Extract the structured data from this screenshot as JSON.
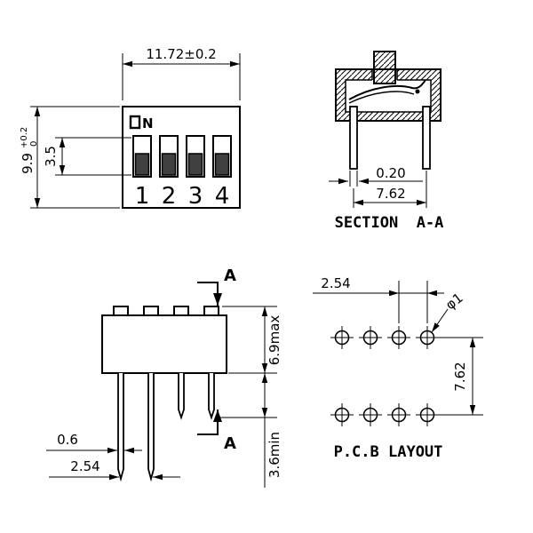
{
  "drawing": {
    "front_view": {
      "on_label": "N",
      "dim_width": "11.72±0.2",
      "dim_height": "9.9",
      "dim_height_tol_upper": "+0.2",
      "dim_height_tol_lower": "0",
      "dim_slide_height": "3.5",
      "position_labels": [
        "1",
        "2",
        "3",
        "4"
      ]
    },
    "section_view": {
      "title": "SECTION  A-A",
      "dim_contact_thickness": "0.20",
      "dim_pin_spacing": "7.62"
    },
    "side_view": {
      "section_marker_top": "A",
      "section_marker_bottom": "A",
      "dim_height_max": "6.9max",
      "dim_pin_length_min": "3.6min",
      "dim_pin_width": "0.6",
      "dim_pin_pitch": "2.54"
    },
    "pcb_view": {
      "title": "P.C.B LAYOUT",
      "dim_hole_pitch": "2.54",
      "dim_hole_diameter": "φ1",
      "dim_row_spacing": "7.62"
    }
  }
}
